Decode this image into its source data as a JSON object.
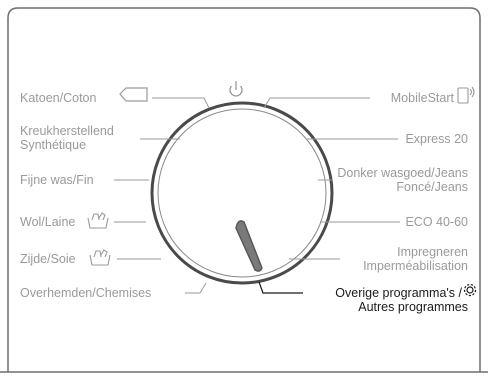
{
  "programs_left": [
    {
      "line1": "Katoen/Coton",
      "line2": ""
    },
    {
      "line1": "Kreukherstellend",
      "line2": "Synthétique"
    },
    {
      "line1": "Fijne was/Fin",
      "line2": ""
    },
    {
      "line1": "Wol/Laine",
      "line2": ""
    },
    {
      "line1": "Zijde/Soie",
      "line2": ""
    },
    {
      "line1": "Overhemden/Chemises",
      "line2": ""
    }
  ],
  "programs_right": [
    {
      "line1": "MobileStart",
      "line2": ""
    },
    {
      "line1": "Express 20",
      "line2": ""
    },
    {
      "line1": "Donker wasgoed/Jeans",
      "line2": "Foncé/Jeans"
    },
    {
      "line1": "ECO 40-60",
      "line2": ""
    },
    {
      "line1": "Impregneren",
      "line2": "Imperméabilisation"
    },
    {
      "line1": "Overige programma's /",
      "line2": "Autres programmes"
    }
  ],
  "selected_program": "Overige programma's / Autres programmes",
  "icons": {
    "top": "power-icon",
    "katoen": "tshirt-outline-icon",
    "wol": "handwash-icon",
    "zijde": "handwash-icon",
    "mobile": "remote-start-icon",
    "overige": "gear-icon"
  },
  "colors": {
    "frame": "#6f6f6f",
    "inactive_label": "#9a9a9a",
    "selected_label": "#1a1a1a",
    "knob_ring": "#4a4a4a",
    "pointer": "#555555"
  }
}
